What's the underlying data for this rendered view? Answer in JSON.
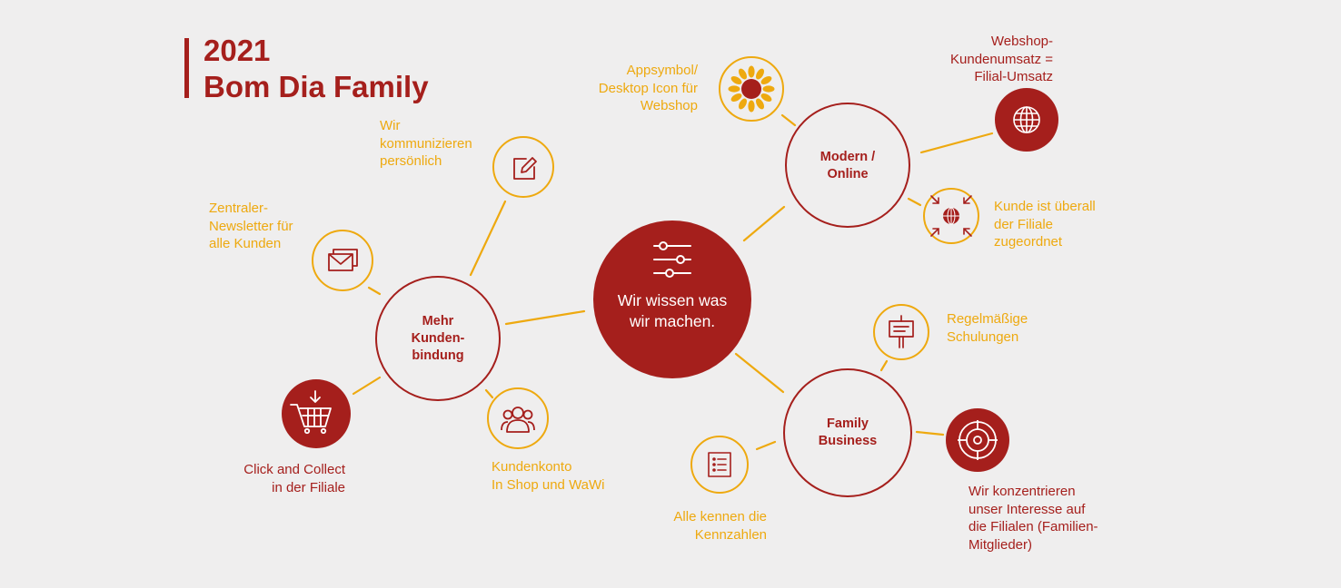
{
  "title": {
    "year": "2021",
    "name": "Bom Dia Family"
  },
  "center": {
    "text": "Wir wissen was\nwir machen.",
    "icon": "sliders-icon"
  },
  "hubs": {
    "kundenbindung": "Mehr\nKunden-\nbindung",
    "online": "Modern /\nOnline",
    "family": "Family\nBusiness"
  },
  "nodes": {
    "kommunizieren": {
      "label": "Wir\nkommunizieren\npersönlich",
      "icon": "pencil-square-icon"
    },
    "newsletter": {
      "label": "Zentraler-\nNewsletter für\nalle Kunden",
      "icon": "envelope-icon"
    },
    "click_collect": {
      "label": "Click and Collect\nin der Filiale",
      "icon": "shopping-cart-icon"
    },
    "kundenkonto": {
      "label": "Kundenkonto\nIn Shop und WaWi",
      "icon": "users-icon"
    },
    "appsymbol": {
      "label": "Appsymbol/\nDesktop Icon für\nWebshop",
      "icon": "sun-icon"
    },
    "webshop": {
      "label": "Webshop-\nKundenumsatz =\nFilial-Umsatz",
      "icon": "globe-icon"
    },
    "kunde": {
      "label": "Kunde ist überall\nder Filiale\nzugeordnet",
      "icon": "globe-arrows-icon"
    },
    "schulungen": {
      "label": "Regelmäßige\nSchulungen",
      "icon": "presentation-board-icon"
    },
    "konzentrieren": {
      "label": "Wir konzentrieren\nunser Interesse auf\ndie Filialen (Familien-\nMitglieder)",
      "icon": "target-icon"
    },
    "kennzahlen": {
      "label": "Alle kennen die\nKennzahlen",
      "icon": "checklist-icon"
    }
  },
  "colors": {
    "primary_red": "#a51f1c",
    "accent_orange": "#eea90f",
    "background": "#efeeee",
    "white": "#ffffff"
  }
}
